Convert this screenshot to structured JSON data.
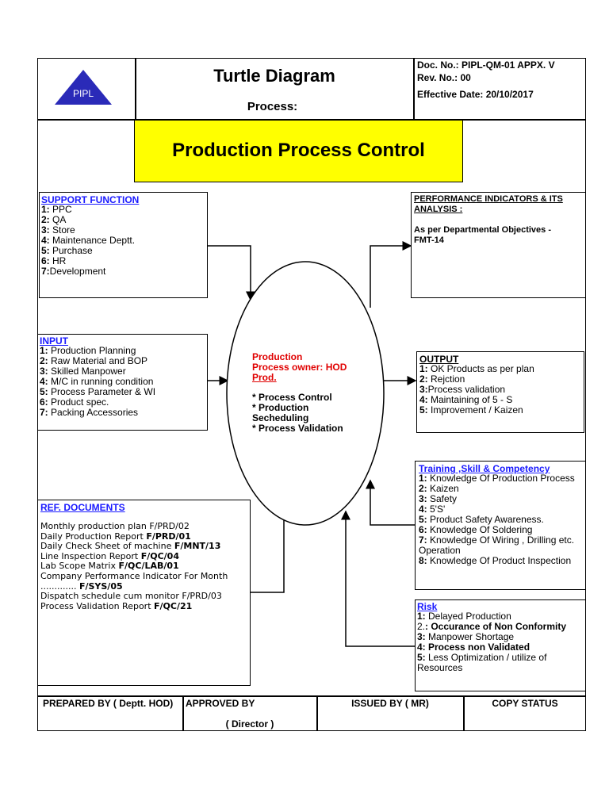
{
  "header": {
    "logo_text": "PIPL",
    "title": "Turtle Diagram",
    "subtitle": "Process:",
    "doc_no": "Doc. No.: PIPL-QM-01   APPX. V",
    "rev_no": "Rev. No.: 00",
    "effective_date": "Effective Date:  20/10/2017"
  },
  "process_banner": "Production Process Control",
  "support": {
    "heading": "SUPPORT FUNCTION",
    "items": [
      {
        "num": "1:",
        "text": "  PPC"
      },
      {
        "num": "2:",
        "text": " QA"
      },
      {
        "num": "3:",
        "text": " Store"
      },
      {
        "num": "4:",
        "text": " Maintenance  Deptt."
      },
      {
        "num": "5:",
        "text": " Purchase"
      },
      {
        "num": "6:",
        "text": " HR"
      },
      {
        "num": "7:",
        "text": "Development"
      }
    ]
  },
  "performance": {
    "heading": "PERFORMANCE INDICATORS & ITS ANALYSIS :",
    "line1": "As per  Departmental Objectives  -",
    "line2": "FMT-14"
  },
  "input": {
    "heading": "INPUT",
    "items": [
      {
        "num": "1:",
        "text": " Production Planning"
      },
      {
        "num": "2:",
        "text": " Raw Material  and  BOP"
      },
      {
        "num": "3:",
        "text": " Skilled Manpower"
      },
      {
        "num": "4:",
        "text": " M/C in running condition"
      },
      {
        "num": "5:",
        "text": " Process Parameter & WI"
      },
      {
        "num": "6:",
        "text": " Product spec."
      },
      {
        "num": "7:",
        "text": " Packing Accessories"
      }
    ]
  },
  "center": {
    "red1": "Production",
    "red2": "Process owner: HOD",
    "red3": "Prod.",
    "b1": "* Process Control",
    "b2": "* Production",
    "b3": "Secheduling",
    "b4": "* Process Validation"
  },
  "output": {
    "heading": "OUTPUT",
    "items": [
      {
        "num": "1:",
        "text": " OK Products as per plan"
      },
      {
        "num": "2:",
        "text": " Rejction"
      },
      {
        "num": "3:",
        "text": "Process validation"
      },
      {
        "num": "4:",
        "text": " Maintaining of 5 - S"
      },
      {
        "num": "5:",
        "text": " Improvement / Kaizen"
      }
    ]
  },
  "training": {
    "heading": "Training ,Skill & Competency",
    "items": [
      {
        "num": "1:",
        "text": "  Knowledge Of Production Process"
      },
      {
        "num": "2:",
        "text": " Kaizen"
      },
      {
        "num": "3:",
        "text": " Safety"
      },
      {
        "num": "4:",
        "text": " 5'S'"
      },
      {
        "num": "5:",
        "text": " Product Safety Awareness."
      },
      {
        "num": "6:",
        "text": " Knowledge Of  Soldering"
      },
      {
        "num": "7:",
        "text": " Knowledge Of  Wiring  , Drilling etc."
      },
      {
        "num": "",
        "text": "Operation"
      },
      {
        "num": "8:",
        "text": " Knowledge Of Product  Inspection"
      }
    ]
  },
  "refdocs": {
    "heading": "REF. DOCUMENTS",
    "items": [
      {
        "text": "Monthly production plan F/PRD/02",
        "bold": ""
      },
      {
        "text": "Daily Production Report  ",
        "bold": "F/PRD/01"
      },
      {
        "text": "Daily Check Sheet of machine  ",
        "bold": "F/MNT/13"
      },
      {
        "text": "Line Inspection Report  ",
        "bold": "F/QC/04"
      },
      {
        "text": "Lab  Scope  Matrix  ",
        "bold": "F/QC/LAB/01"
      },
      {
        "text": "Company Performance Indicator For Month",
        "bold": ""
      },
      {
        "text": "............. ",
        "bold": "F/SYS/05"
      },
      {
        "text": "Dispatch schedule cum monitor F/PRD/03",
        "bold": ""
      },
      {
        "text": "Process Validation Report ",
        "bold": "F/QC/21"
      }
    ]
  },
  "risk": {
    "heading": "Risk",
    "items": [
      {
        "num": "1:",
        "text": " Delayed  Production",
        "bold": false
      },
      {
        "num": "2.",
        "text": ": Occurance of  Non Conformity",
        "bold": true
      },
      {
        "num": "3:",
        "text": " Manpower Shortage",
        "bold": false
      },
      {
        "num": "4:",
        "text": " Process  non Validated",
        "bold": true
      },
      {
        "num": "5:",
        "text": " Less  Optimization  / utilize of",
        "bold": false
      },
      {
        "num": "",
        "text": "Resources",
        "bold": false
      }
    ]
  },
  "footer": {
    "prepared": "PREPARED BY ( Deptt. HOD)",
    "approved": "APPROVED BY",
    "director": "( Director  )",
    "issued": "ISSUED BY ( MR)",
    "copy": "COPY STATUS"
  },
  "colors": {
    "logo": "#2a2ab8",
    "banner": "#ffff00",
    "heading": "#1a1aff",
    "owner": "#e00000"
  }
}
